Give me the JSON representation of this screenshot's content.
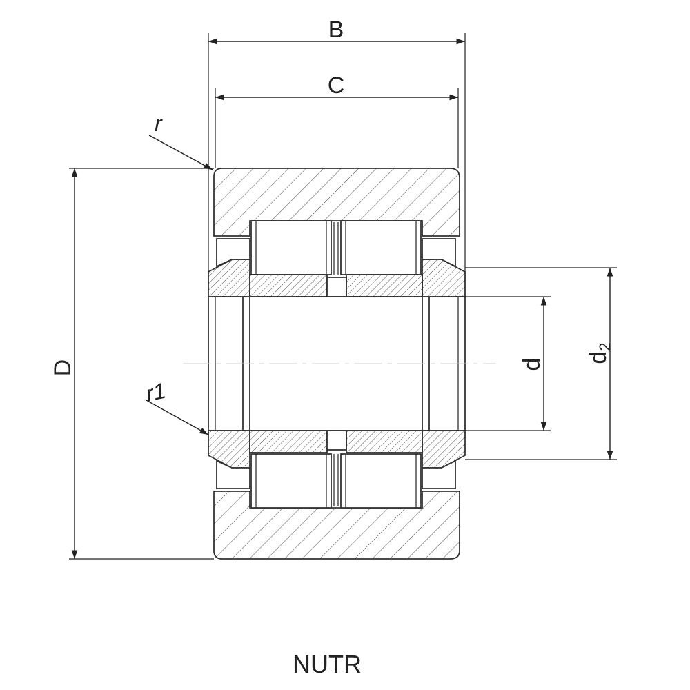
{
  "diagram": {
    "labels": {
      "B": "B",
      "C": "C",
      "D": "D",
      "d": "d",
      "d2_base": "d",
      "d2_sub": "2",
      "r": "r",
      "r1": "r1"
    },
    "caption": "NUTR"
  }
}
